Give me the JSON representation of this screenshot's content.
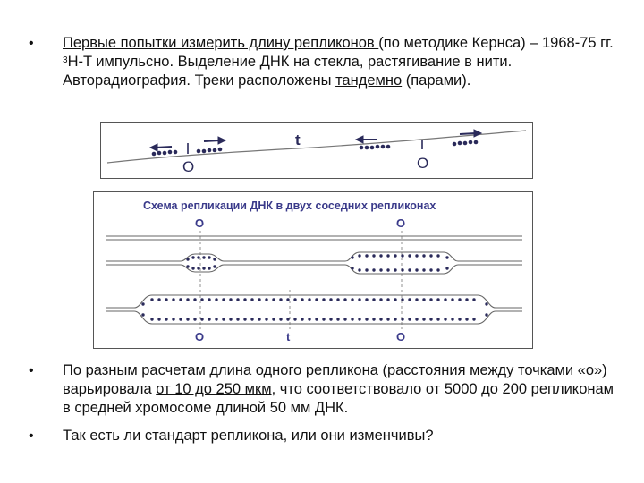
{
  "bullets": {
    "b1_u1": "Первые попытки измерить длину репликонов ",
    "b1_p1": "(по методике Кернса) – 1968-75 гг.",
    "b1_sup": "3",
    "b1_line3": "H-T импульсно. Выделение ДНК на стекла, растягивание в нити.",
    "b1_line4a": "Авторадиография. Треки расположены ",
    "b1_line4u": "тандемно",
    "b1_line4b": " (парами).",
    "b2_a": "По разным расчетам длина одного репликона (расстояния между точками «о») варьировала ",
    "b2_u": "от 10 до 250 мкм",
    "b2_b": ", что соответствовало от 5000 до 200 репликонам в средней хромосоме длиной 50 мм ДНК.",
    "b3": "Так есть ли стандарт репликона, или они изменчивы?",
    "marker": "•"
  },
  "figure1": {
    "origin_label": "O",
    "terminus_label": "t"
  },
  "figure2": {
    "title": "Схема репликации ДНК в двух соседних репликонах",
    "origin_label": "O",
    "terminus_label": "t"
  }
}
